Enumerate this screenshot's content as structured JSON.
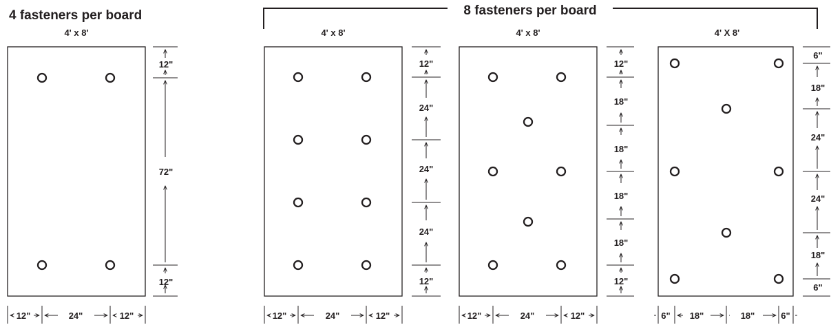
{
  "left_group": {
    "title": "4 fasteners per board"
  },
  "right_group": {
    "title": "8 fasteners per board"
  },
  "boards": [
    {
      "size_label": "4' x 8'",
      "fastener_count": 4,
      "vertical_dims": [
        "12\"",
        "72\"",
        "12\""
      ],
      "horizontal_dims": [
        "12\"",
        "24\"",
        "12\""
      ]
    },
    {
      "size_label": "4' x 8'",
      "fastener_count": 8,
      "vertical_dims": [
        "12\"",
        "24\"",
        "24\"",
        "24\"",
        "12\""
      ],
      "horizontal_dims": [
        "12\"",
        "24\"",
        "12\""
      ]
    },
    {
      "size_label": "4' x 8'",
      "fastener_count": 8,
      "vertical_dims": [
        "12\"",
        "18\"",
        "18\"",
        "18\"",
        "18\"",
        "12\""
      ],
      "horizontal_dims": [
        "12\"",
        "24\"",
        "12\""
      ]
    },
    {
      "size_label": "4' X 8'",
      "fastener_count": 8,
      "vertical_dims": [
        "6\"",
        "18\"",
        "24\"",
        "24\"",
        "18\"",
        "6\""
      ],
      "horizontal_dims": [
        "6\"",
        "18\"",
        "18\"",
        "6\""
      ]
    }
  ],
  "colors": {
    "line": "#231f20",
    "background": "#ffffff"
  }
}
